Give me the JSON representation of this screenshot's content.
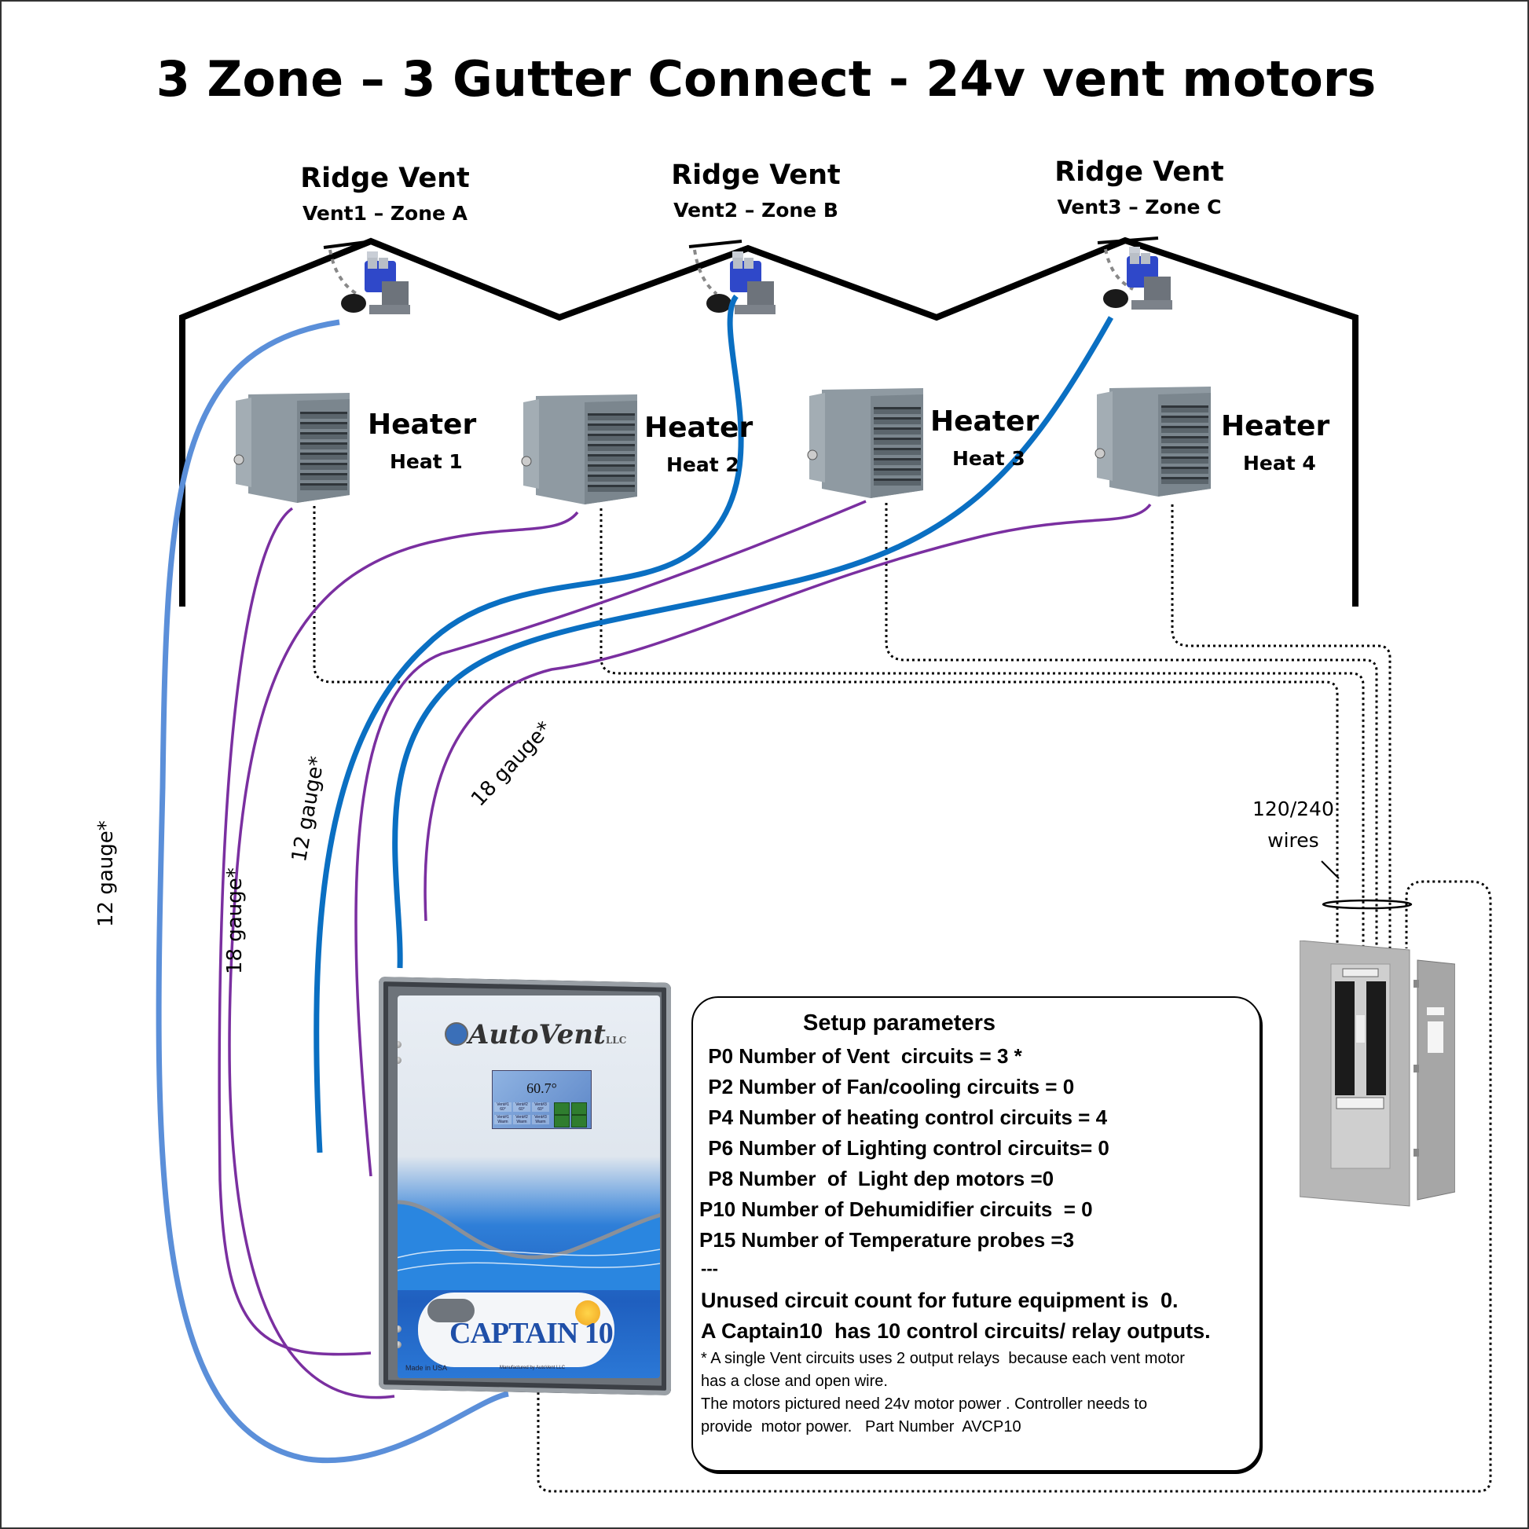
{
  "title": "3 Zone – 3 Gutter Connect  - 24v vent motors",
  "vents": [
    {
      "name": "Ridge Vent",
      "sub": "Vent1 – Zone A"
    },
    {
      "name": "Ridge Vent",
      "sub": "Vent2 – Zone B"
    },
    {
      "name": "Ridge Vent",
      "sub": "Vent3 – Zone C"
    }
  ],
  "heaters": [
    {
      "name": "Heater",
      "sub": "Heat 1"
    },
    {
      "name": "Heater",
      "sub": "Heat 2"
    },
    {
      "name": "Heater",
      "sub": "Heat 3"
    },
    {
      "name": "Heater",
      "sub": "Heat 4"
    }
  ],
  "wire_labels": {
    "vent1": "12 gauge*",
    "heat1": "18 gauge*",
    "vent2": "12 gauge*",
    "heat3": "18 gauge*",
    "power": "120/240",
    "power2": "wires"
  },
  "controller": {
    "brand": "AutoVent",
    "brand_suffix": "LLC",
    "screen_temp": "60.7°",
    "screen_cells": [
      "Vent#1 60°",
      "Vent#2 60°",
      "Vent#3 60°",
      "Vent#1 Warm",
      "Vent#2 Warm",
      "Vent#3 Warm"
    ],
    "model": "CAPTAIN 10",
    "made_in": "Made in USA",
    "manufacturer": "Manufactured by AutoVent LLC"
  },
  "setup": {
    "title": "Setup parameters",
    "params": [
      " P0 Number of Vent  circuits = 3 *",
      " P2 Number of Fan/cooling circuits = 0",
      " P4 Number of heating control circuits = 4",
      " P6 Number of Lighting control circuits= 0",
      " P8 Number  of  Light dep motors =0",
      "P10 Number of Dehumidifier circuits  = 0",
      "P15 Number of Temperature probes =3"
    ],
    "separator": "---",
    "unused": "Unused circuit count for future equipment is  0.",
    "capacity": "A Captain10  has 10 control circuits/ relay outputs.",
    "notes": [
      "* A single Vent circuits uses 2 output relays  because each vent motor",
      "has a close and open wire.",
      "The motors pictured need 24v motor power . Controller needs to",
      "provide  motor power.   Part Number  AVCP10"
    ]
  },
  "colors": {
    "vent1_wire": "#5b8fd9",
    "vent_wire": "#0a6fc2",
    "heat_wire": "#7a2fa0",
    "roof": "#000000",
    "power_wire": "#000000"
  }
}
